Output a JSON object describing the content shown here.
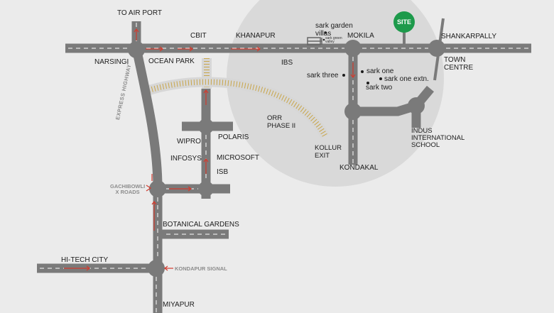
{
  "colors": {
    "background": "#ebebeb",
    "zone": "#d9d9d9",
    "road": "#7a7a7a",
    "road_marking": "#ffffff",
    "orr_fill": "#d7d7d7",
    "orr_dots": "#c9a64a",
    "arrow": "#d23b2e",
    "site": "#1d9a4b"
  },
  "site_marker": {
    "label": "SITE"
  },
  "places": {
    "to_airport": "TO AIR PORT",
    "cbit": "CBIT",
    "khanapur": "KHANAPUR",
    "narsingi": "NARSINGI",
    "ocean_park": "OCEAN PARK",
    "ibs": "IBS",
    "mokila": "MOKILA",
    "shankarpally": "SHANKARPALLY",
    "town_centre": "TOWN\nCENTRE",
    "sark_garden_villas": "sark garden\nvillas",
    "sark_green_valley": "sark green\nvalley",
    "sark_three": "sark three",
    "sark_one": "sark one",
    "sark_one_extn": "sark one extn.",
    "sark_two": "sark two",
    "orr_phase": "ORR\nPHASE II",
    "kollur_exit": "KOLLUR\nEXIT",
    "kondakal": "KONDAKAL",
    "indus_school": "INDUS\nINTERNATIONAL\nSCHOOL",
    "express_highway": "EXPRESS HIGHWAY",
    "polaris": "POLARIS",
    "wipro": "WIPRO",
    "infosys": "INFOSYS",
    "microsoft": "MICROSOFT",
    "isb": "ISB",
    "gachibowli": "GACHIBOWLI\nX ROADS",
    "botanical_gardens": "BOTANICAL GARDENS",
    "hitech_city": "HI-TECH CITY",
    "kondapur_signal": "KONDAPUR SIGNAL",
    "miyapur": "MIYAPUR"
  }
}
